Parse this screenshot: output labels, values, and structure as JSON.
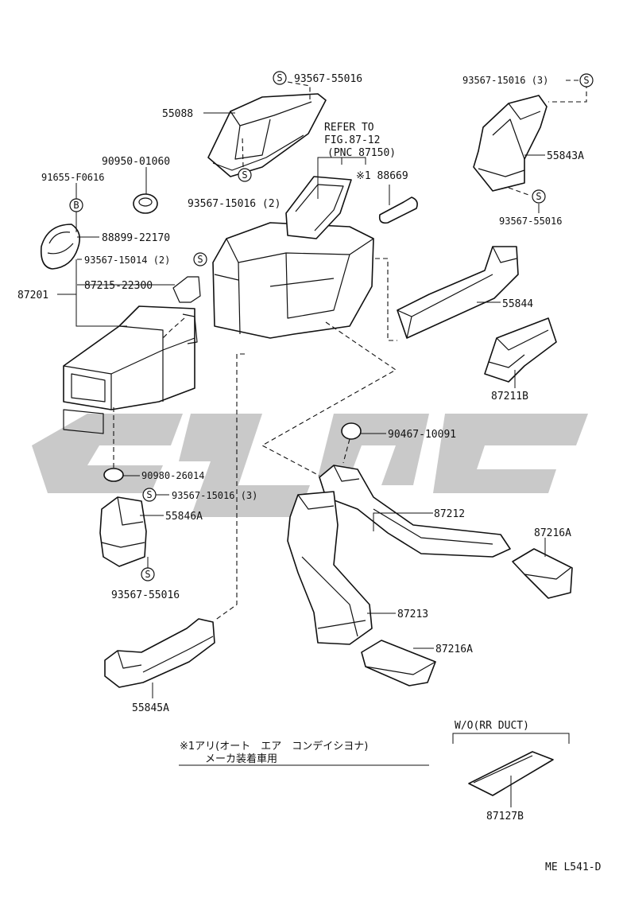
{
  "callouts": {
    "p_93567_55016_top": "93567-55016",
    "p_55088": "55088",
    "p_90950_01060": "90950-01060",
    "p_91655_f0616": "91655-F0616",
    "p_93567_15016_2": "93567-15016 (2)",
    "p_88899_22170": "88899-22170",
    "p_93567_15014_2": "93567-15014 (2)",
    "p_87215_22300": "87215-22300",
    "p_87201": "87201",
    "p_93567_15016_3_top": "93567-15016 (3)",
    "p_55843a": "55843A",
    "p_93567_55016_right": "93567-55016",
    "p_188669": "※1 88669",
    "p_55844": "55844",
    "p_87211b": "87211B",
    "p_90467_10091": "90467-10091",
    "p_90980_26014": "90980-26014",
    "p_93567_15016_3_left": "93567-15016 (3)",
    "p_55846a": "55846A",
    "p_93567_55016_left": "93567-55016",
    "p_87212": "87212",
    "p_87216a_right": "87216A",
    "p_87213": "87213",
    "p_87216a_bottom": "87216A",
    "p_55845a": "55845A",
    "p_87127b": "87127B"
  },
  "refer": {
    "line1": "REFER TO",
    "line2": "FIG.87-12",
    "line3": "(PNC 87150)"
  },
  "wo_label": "W/O(RR DUCT)",
  "footnote": {
    "line1": "※1アリ(オート　エア　コンデイシヨナ)",
    "line2": "メーカ装着車用"
  },
  "symbols": {
    "s": "S",
    "b": "B"
  },
  "figure_id": "ME L541-D"
}
